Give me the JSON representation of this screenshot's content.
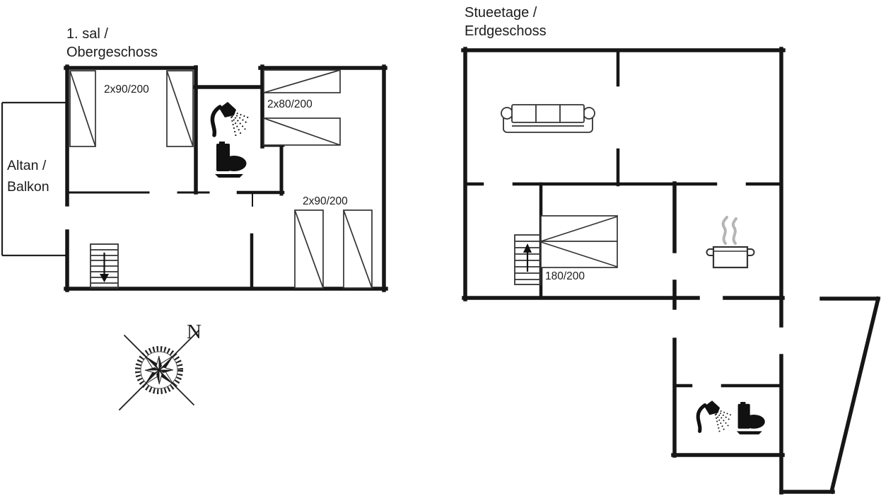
{
  "colors": {
    "background": "#ffffff",
    "wall": "#161616",
    "furniture": "#333333",
    "steam": "#b5b5b5"
  },
  "upper_floor": {
    "title_line1": "1. sal /",
    "title_line2": "Obergeschoss",
    "balcony_line1": "Altan /",
    "balcony_line2": "Balkon",
    "bedroom1_beds_label": "2x90/200",
    "bunk_beds_label": "2x80/200",
    "bedroom2_beds_label": "2x90/200"
  },
  "ground_floor": {
    "title_line1": "Stueetage /",
    "title_line2": "Erdgeschoss",
    "double_bed_label": "180/200"
  },
  "compass": {
    "north_label": "N"
  },
  "icons": {
    "shower": "handheld-shower-head-with-spray",
    "toilet": "toilet-silhouette",
    "cooking_pot": "steaming-pot",
    "stairs_upper": "staircase-arrow-down",
    "stairs_ground": "staircase-arrow-up",
    "compass": "compass-rose"
  }
}
